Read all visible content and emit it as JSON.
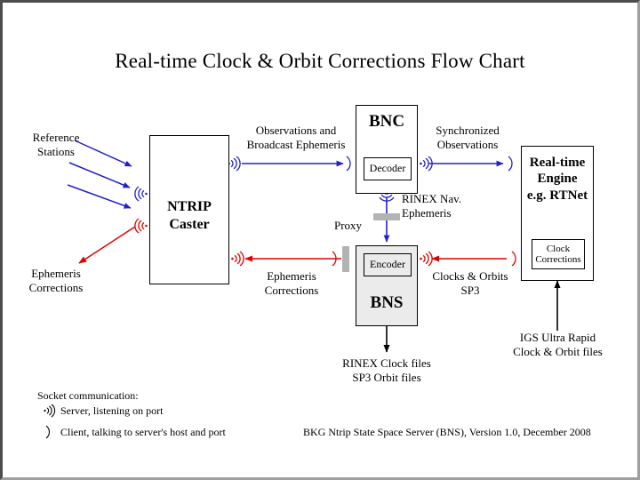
{
  "page": {
    "title": "Real-time Clock & Orbit Corrections Flow Chart",
    "bg_color": "#ffffff",
    "frame_color_dark": "#4d4d4d",
    "frame_color_light": "#9e9e9e"
  },
  "colors": {
    "blue": "#2020cc",
    "red": "#e00000",
    "black": "#000000",
    "proxy_gray": "#b3b3b3",
    "box_gray": "#ebebeb"
  },
  "boxes": {
    "ntrip_caster": {
      "label": "NTRIP\nCaster"
    },
    "bnc": {
      "label": "BNC",
      "sub": {
        "label": "Decoder"
      }
    },
    "bns": {
      "label": "BNS",
      "sub": {
        "label": "Encoder"
      }
    },
    "rt_engine": {
      "label": "Real-time\nEngine\ne.g. RTNet",
      "sub": {
        "label": "Clock\nCorrections"
      }
    }
  },
  "labels": {
    "reference_stations": "Reference\nStations",
    "ephemeris_corrections_left": "Ephemeris\nCorrections",
    "observations_broadcast": "Observations and\nBroadcast Ephemeris",
    "synchronized_observations": "Synchronized\nObservations",
    "rinex_nav_ephemeris": "RINEX Nav.\nEphemeris",
    "proxy_upper": "Proxy",
    "ephemeris_corrections_mid": "Ephemeris\nCorrections",
    "clocks_orbits_sp3": "Clocks & Orbits\nSP3",
    "rinex_clock_files": "RINEX Clock files\nSP3 Orbit files",
    "igs_ultra_rapid": "IGS Ultra Rapid\nClock & Orbit files"
  },
  "legend": {
    "heading": "Socket communication:",
    "server": "Server, listening on port",
    "client": "Client, talking to server's host and port",
    "server_icon": "server-socket-icon",
    "client_icon": "client-socket-icon"
  },
  "footer": {
    "text": "BKG Ntrip State Space Server (BNS), Version 1.0, December 2008"
  }
}
